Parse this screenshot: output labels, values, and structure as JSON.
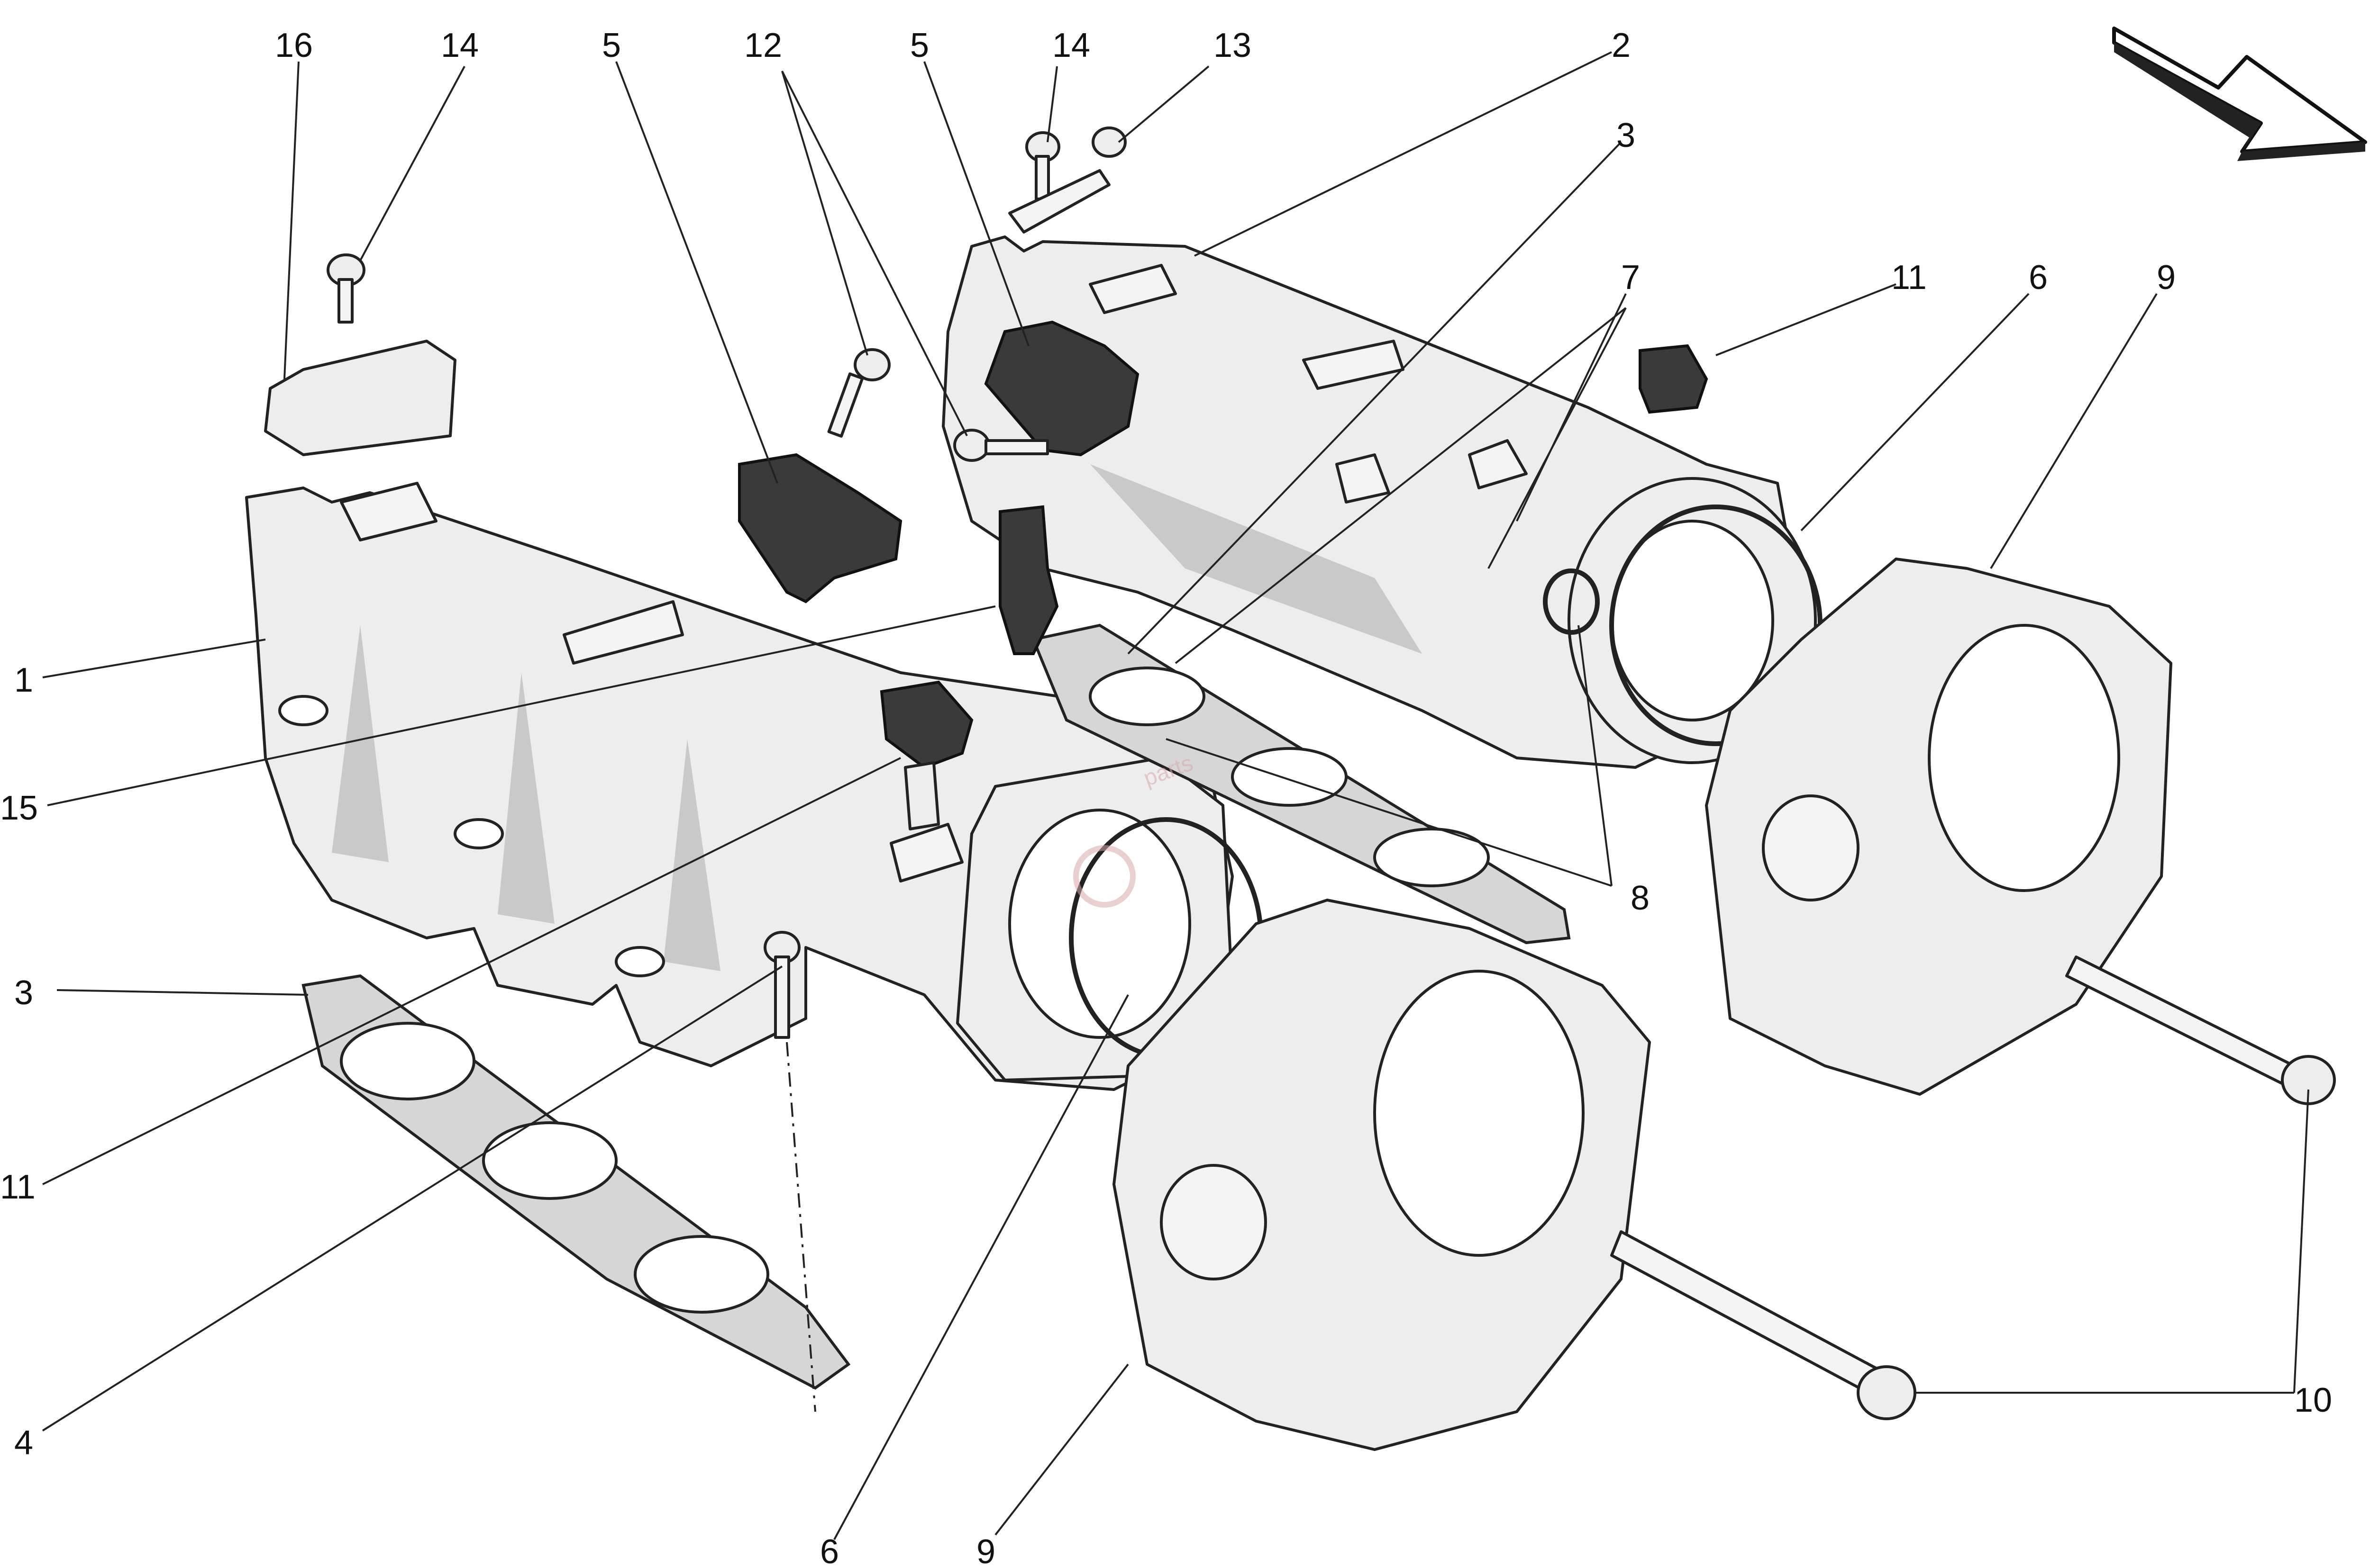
{
  "diagram": {
    "callouts": [
      "1",
      "2",
      "3",
      "3",
      "4",
      "5",
      "5",
      "6",
      "6",
      "7",
      "8",
      "9",
      "9",
      "10",
      "11",
      "11",
      "12",
      "13",
      "14",
      "14",
      "15",
      "16"
    ],
    "watermark": "parts",
    "colors": {
      "line": "#222222",
      "part_fill": "#ededed",
      "sensor_fill": "#3a3a3a",
      "watermark": "#d9a7a7"
    }
  }
}
